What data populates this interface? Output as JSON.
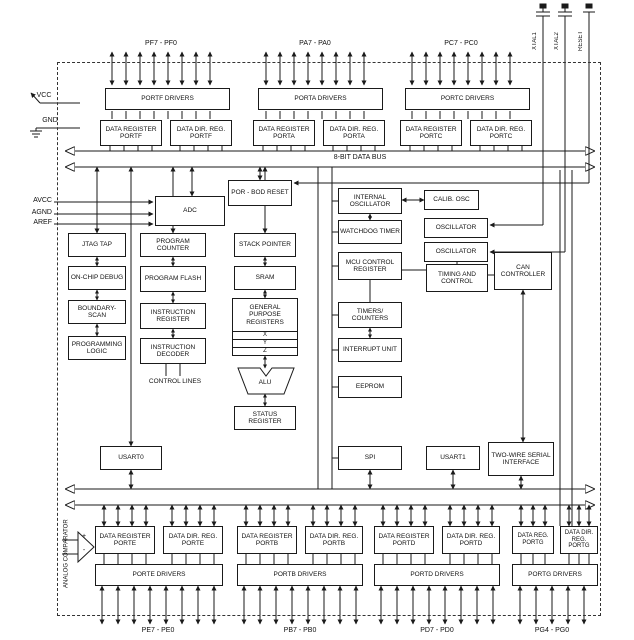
{
  "pins": {
    "pf": "PF7 - PF0",
    "pa": "PA7 - PA0",
    "pc": "PC7 - PC0",
    "xtal1": "XTAL1",
    "xtal2": "XTAL2",
    "reset": "RESET",
    "vcc": "VCC",
    "gnd": "GND",
    "avcc": "AVCC",
    "agnd": "AGND",
    "aref": "AREF",
    "pe": "PE7 - PE0",
    "pb": "PB7 - PB0",
    "pd": "PD7 - PD0",
    "pg": "PG4 - PG0"
  },
  "bus": {
    "label": "8-BIT DATA BUS"
  },
  "blocks": {
    "portf_drivers": "PORTF DRIVERS",
    "porta_drivers": "PORTA DRIVERS",
    "portc_drivers": "PORTC DRIVERS",
    "data_reg_portf": "DATA REGISTER PORTF",
    "ddr_portf": "DATA DIR. REG. PORTF",
    "data_reg_porta": "DATA REGISTER PORTA",
    "ddr_porta": "DATA DIR. REG. PORTA",
    "data_reg_portc": "DATA REGISTER PORTC",
    "ddr_portc": "DATA DIR. REG. PORTC",
    "por_bod_reset": "POR - BOD RESET",
    "adc": "ADC",
    "internal_oscillator": "INTERNAL OSCILLATOR",
    "calib_osc": "CALIB. OSC",
    "watchdog_timer": "WATCHDOG TIMER",
    "oscillator_1": "OSCILLATOR",
    "oscillator_2": "OSCILLATOR",
    "jtag_tap": "JTAG TAP",
    "program_counter": "PROGRAM COUNTER",
    "stack_pointer": "STACK POINTER",
    "mcu_control_register": "MCU CONTROL REGISTER",
    "timing_and_control": "TIMING AND CONTROL",
    "can_controller": "CAN CONTROLLER",
    "on_chip_debug": "ON-CHIP DEBUG",
    "program_flash": "PROGRAM FLASH",
    "sram": "SRAM",
    "boundary_scan": "BOUNDARY- SCAN",
    "instruction_register": "INSTRUCTION REGISTER",
    "general_purpose_registers": "GENERAL PURPOSE REGISTERS",
    "timers_counters": "TIMERS/ COUNTERS",
    "interrupt_unit": "INTERRUPT UNIT",
    "programming_logic": "PROGRAMMING LOGIC",
    "instruction_decoder": "INSTRUCTION DECODER",
    "control_lines": "CONTROL LINES",
    "alu": "ALU",
    "eeprom": "EEPROM",
    "status_register": "STATUS REGISTER",
    "usart0": "USART0",
    "spi": "SPI",
    "usart1": "USART1",
    "twi": "TWO-WIRE SERIAL INTERFACE",
    "data_reg_porte": "DATA REGISTER PORTE",
    "ddr_porte": "DATA DIR. REG. PORTE",
    "data_reg_portb": "DATA REGISTER PORTB",
    "ddr_portb": "DATA DIR. REG. PORTB",
    "data_reg_portd": "DATA REGISTER PORTD",
    "ddr_portd": "DATA DIR. REG. PORTD",
    "data_reg_portg": "DATA REG. PORTG",
    "ddr_portg": "DATA DIR. REG. PORTG",
    "porte_drivers": "PORTE DRIVERS",
    "portb_drivers": "PORTB DRIVERS",
    "portd_drivers": "PORTD DRIVERS",
    "portg_drivers": "PORTG DRIVERS"
  },
  "gpr": {
    "x": "X",
    "y": "Y",
    "z": "Z"
  },
  "comparator": {
    "label": "ANALOG COMPARATOR",
    "plus": "+",
    "minus": "-"
  },
  "colors": {
    "line": "#1a1a1a",
    "background": "#ffffff"
  }
}
